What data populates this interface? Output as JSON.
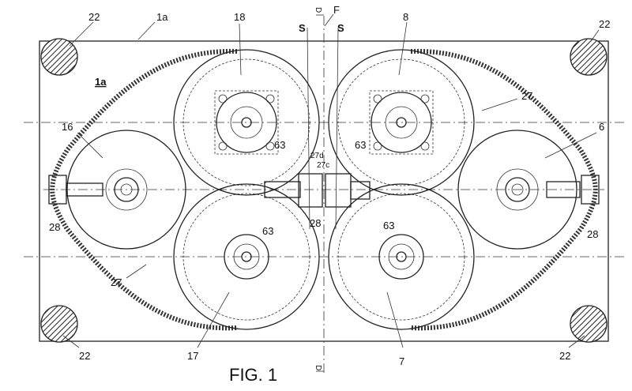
{
  "figure": {
    "caption": "FIG. 1",
    "labels": {
      "corner_top_left": "22",
      "corner_top_right": "22",
      "corner_bottom_left": "22",
      "corner_bottom_right": "22",
      "plate_top": "1a",
      "plate_inner": "1a",
      "gear_top_left": "18",
      "gear_top_right": "8",
      "gear_bottom_left": "17",
      "gear_bottom_right": "7",
      "wheel_left": "16",
      "wheel_right": "6",
      "belt_right": "27",
      "belt_left": "27",
      "tooth_1": "63",
      "tooth_2": "63",
      "tooth_3": "63",
      "tooth_4": "63",
      "belt_27d": "27d",
      "belt_27c": "27c",
      "tensioner_left": "28",
      "tensioner_center": "28",
      "tensioner_right": "28",
      "s_left": "S",
      "s_right": "S",
      "f": "F",
      "section_top": "D",
      "section_bottom": "D"
    }
  }
}
